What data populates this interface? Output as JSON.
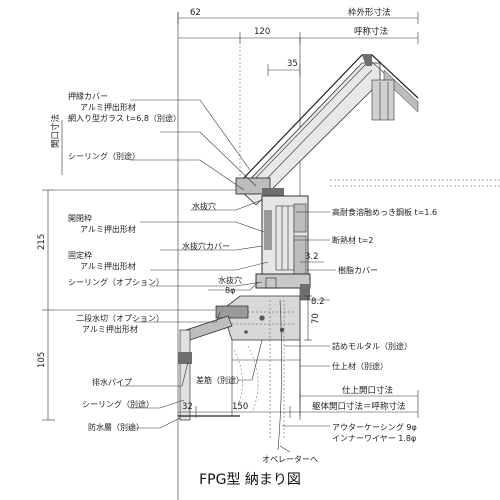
{
  "caption": "FPG型 納まり図",
  "dimensions": {
    "d62": "62",
    "d120": "120",
    "d35": "35",
    "d215": "215",
    "d105": "105",
    "d3_2": "3.2",
    "d8_2": "8.2",
    "d70": "70",
    "d32": "32",
    "d150": "150"
  },
  "dim_labels": {
    "frame_outer": "枠外形寸法",
    "nominal": "呼称寸法",
    "opening_vertical": "開口寸法",
    "finished_opening": "仕上開口寸法",
    "frame_opening_eq_nominal": "躯体開口寸法＝呼称寸法"
  },
  "left_labels": {
    "pressing_cover": "押縁カバー",
    "alu_extrusion_1": "アルミ押出形材",
    "wired_glass": "網入り型ガラス t=6.8（別途）",
    "sealing_1": "シーリング（別途）",
    "drain_hole_1": "水抜穴",
    "opening_frame": "開閉枠",
    "alu_extrusion_2": "アルミ押出形材",
    "drain_hole_cover": "水抜穴カバー",
    "fixed_frame": "固定枠",
    "alu_extrusion_3": "アルミ押出形材",
    "sealing_option": "シーリング（オプション）",
    "drain_hole_2": "水抜穴",
    "drain_hole_2_size": "8φ",
    "two_step_drip": "二段水切（オプション）",
    "alu_extrusion_4": "アルミ押出形材",
    "rebar": "差筋（別途）",
    "drain_pipe": "排水パイプ",
    "sealing_2": "シーリング（別途）",
    "waterproof_layer": "防水層（別途）"
  },
  "right_labels": {
    "steel_sheet": "高耐食溶融めっき鋼板 t=1.6",
    "insulation": "断熱材 t=2",
    "resin_cover": "樹脂カバー",
    "filler_mortar": "詰めモルタル（別途）",
    "finish_material": "仕上材（別途）",
    "outer_casing": "アウターケーシング 9φ",
    "inner_wire": "インナーワイヤー 1.8φ",
    "to_operator": "オペレーターへ"
  },
  "colors": {
    "line": "#333333",
    "fill_gray": "#bdbdbd",
    "fill_dark": "#6e6e6e",
    "concrete": "#d8d8d8"
  }
}
